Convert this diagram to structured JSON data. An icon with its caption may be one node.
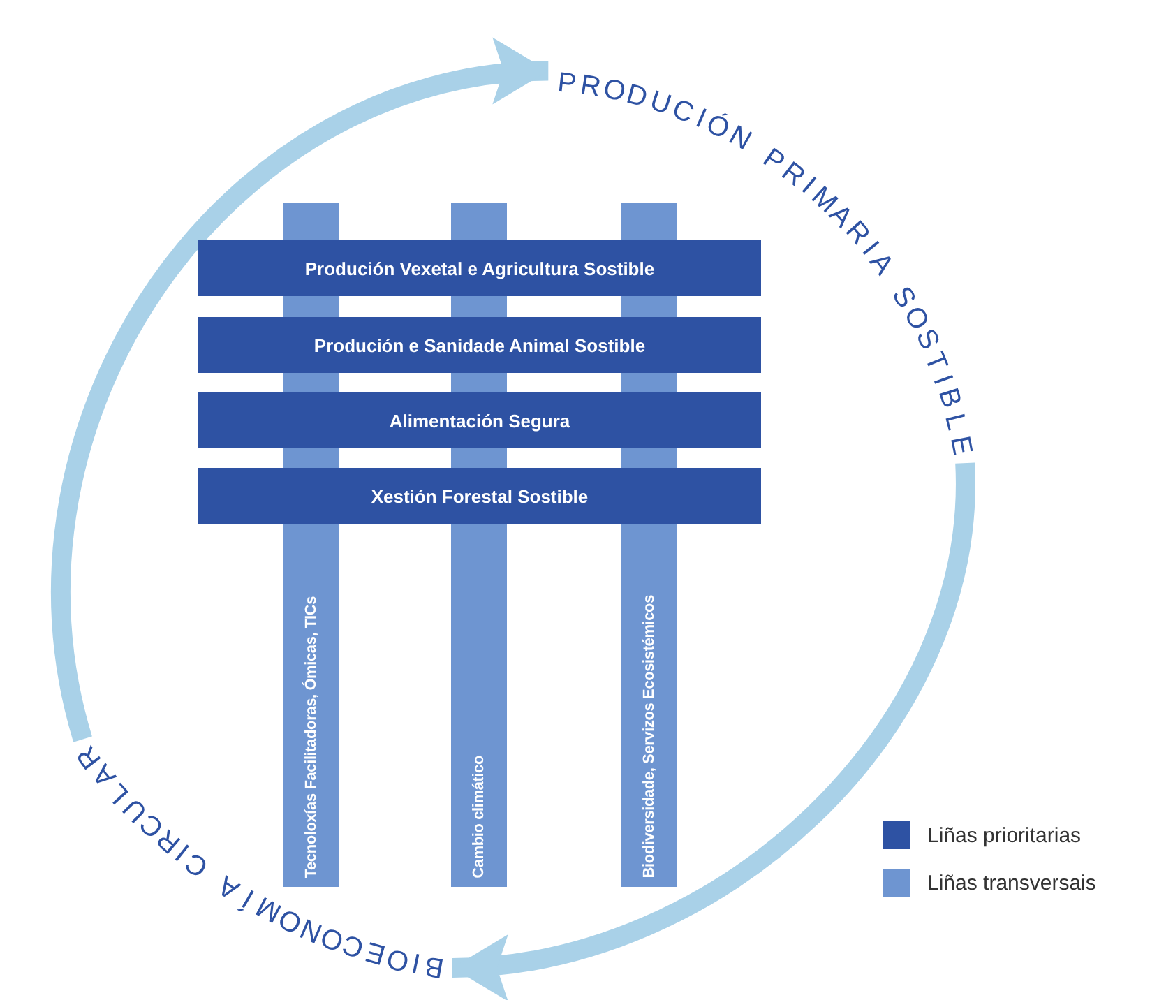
{
  "diagram": {
    "nodes": [
      {
        "text": [
          "PRODUCIÓN PRIMARIA SOSTIBLE"
        ]
      },
      {
        "text": [
          "Produción Vexetal e Agricultura Sostible"
        ]
      },
      {
        "text": [
          "Produción e Sanidade Animal Sostible"
        ]
      },
      {
        "text": [
          "Alimentación Segura"
        ]
      },
      {
        "text": [
          "Xestión Forestal Sostible"
        ]
      },
      {
        "text": [
          "Tecnoloxías Facilitadoras, Ómicas, TICs"
        ]
      },
      {
        "text": [
          "Cambio climático"
        ]
      },
      {
        "text": [
          "Biodiversidade, Servizos Ecosistémicos"
        ]
      },
      {
        "text": [
          "BIOECONOMÍA CIRCULAR"
        ]
      }
    ],
    "edges": [
      {
        "from": 8,
        "to": 0,
        "arrow": "to"
      },
      {
        "from": 0,
        "to": 8,
        "arrow": "to"
      }
    ],
    "legend": [
      {
        "text": "Liñas prioritarias",
        "color": "#2e52a3"
      },
      {
        "text": "Liñas transversais",
        "color": "#6e95d1"
      }
    ]
  }
}
